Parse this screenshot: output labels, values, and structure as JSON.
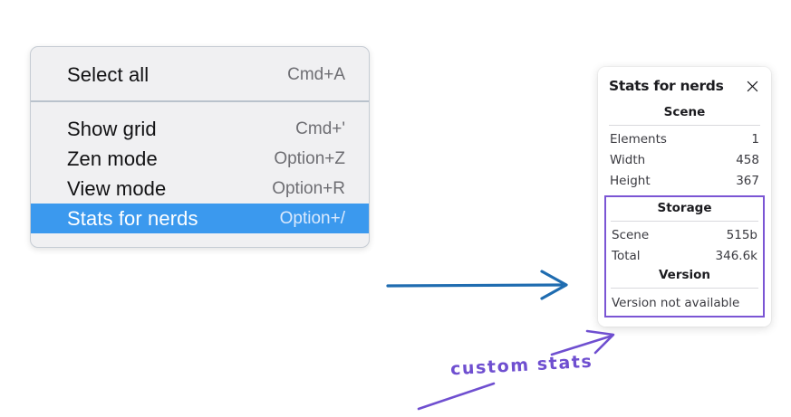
{
  "context_menu": {
    "groups": [
      {
        "items": [
          {
            "label": "Select all",
            "shortcut": "Cmd+A",
            "highlighted": false
          }
        ]
      },
      {
        "items": [
          {
            "label": "Show grid",
            "shortcut": "Cmd+'",
            "highlighted": false
          },
          {
            "label": "Zen mode",
            "shortcut": "Option+Z",
            "highlighted": false
          },
          {
            "label": "View mode",
            "shortcut": "Option+R",
            "highlighted": false
          },
          {
            "label": "Stats for nerds",
            "shortcut": "Option+/",
            "highlighted": true
          }
        ]
      }
    ],
    "highlight_color": "#3b99ee",
    "background_color": "#f0f0f2"
  },
  "stats_panel": {
    "title": "Stats for nerds",
    "close_icon": "close-icon",
    "sections": [
      {
        "heading": "Scene",
        "rows": [
          {
            "label": "Elements",
            "value": "1"
          },
          {
            "label": "Width",
            "value": "458"
          },
          {
            "label": "Height",
            "value": "367"
          }
        ]
      },
      {
        "heading": "Storage",
        "rows": [
          {
            "label": "Scene",
            "value": "515b"
          },
          {
            "label": "Total",
            "value": "346.6k"
          }
        ]
      },
      {
        "heading": "Version",
        "note": "Version not available",
        "rows": []
      }
    ],
    "highlight_border_color": "#7b55d4"
  },
  "annotations": {
    "handwritten_label": "custom stats",
    "arrow_color_blue": "#1f6cb0",
    "arrow_color_purple": "#6f4fd0"
  }
}
